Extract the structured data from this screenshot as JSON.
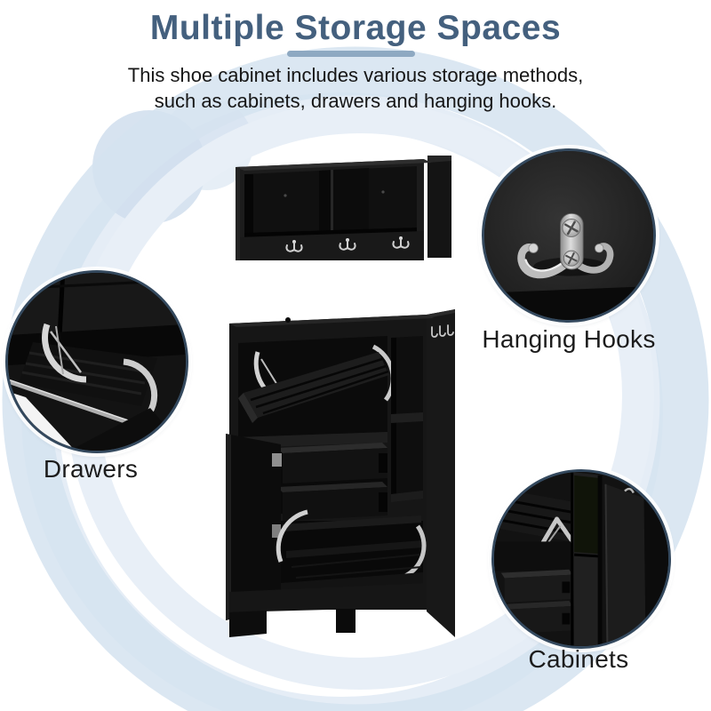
{
  "header": {
    "title": "Multiple Storage Spaces",
    "subtitle_line1": "This shoe cabinet includes various storage methods,",
    "subtitle_line2": "such as cabinets, drawers and hanging hooks."
  },
  "callouts": [
    {
      "id": "drawers",
      "label": "Drawers"
    },
    {
      "id": "hanging_hooks",
      "label": "Hanging Hooks"
    },
    {
      "id": "cabinets",
      "label": "Cabinets"
    }
  ],
  "images": [
    {
      "name": "wall-cabinet-image",
      "description": "wall-mounted black cabinet with two open compartments and three silver hooks"
    },
    {
      "name": "shoe-cabinet-image",
      "description": "black shoe cabinet with open flip drawers, pull-out drawers, open door, shelves and side hooks"
    },
    {
      "name": "drawers-closeup",
      "description": "close-up of flip-down shoe drawer with silver brackets"
    },
    {
      "name": "hanging-hooks-closeup",
      "description": "close-up of silver double hanging hook with two screws on black board"
    },
    {
      "name": "cabinets-closeup",
      "description": "close-up of open cabinet shelves, drawers and door"
    }
  ],
  "colors": {
    "background": "#ffffff",
    "title": "#44607e",
    "title_underline": "#8ea9c2",
    "body_text": "#161616",
    "label_text": "#1c1c1c",
    "callout_ring": "#34495e",
    "swirl_band_dark": "#d5e3f0",
    "swirl_band_light": "#e8eff7",
    "cabinet_black": "#141414",
    "hardware_silver": "#c9c9c9"
  }
}
